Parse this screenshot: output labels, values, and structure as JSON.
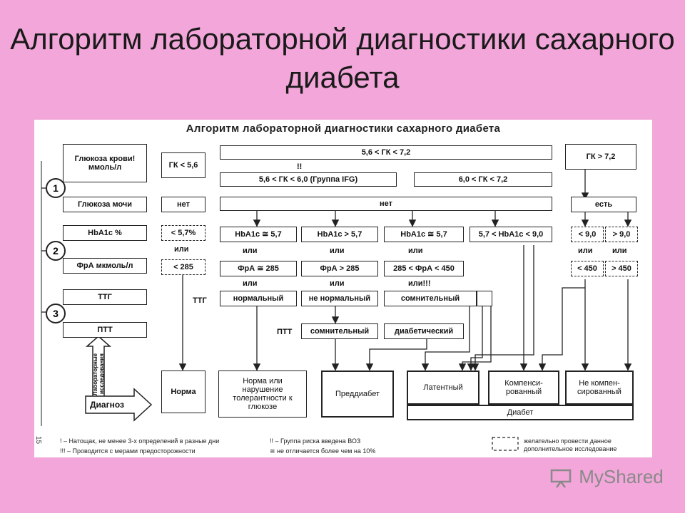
{
  "slide_title": "Алгоритм лабораторной диагностики сахарного диабета",
  "panel_title": "Алгоритм лабораторной диагностики сахарного диабета",
  "left_column": {
    "glucose_blood": "Глюкоза крови! ммоль/л",
    "glucose_urine": "Глюкоза мочи",
    "hba1c": "HbA1c %",
    "fra": "ФрА мкмоль/л",
    "ttg": "ТТГ",
    "ptt": "ПТТ"
  },
  "steps": [
    "1",
    "2",
    "3"
  ],
  "column_normal": {
    "gk": "ГК < 5,6",
    "urine": "нет",
    "hba1c": "< 5,7%",
    "or": "или",
    "fra": "< 285"
  },
  "top_range": "5,6 < ГК < 7,2",
  "ifg_mark": "!!",
  "ifg": "5,6 < ГК < 6,0 (Группа IFG)",
  "range_high": "6,0 < ГК < 7,2",
  "urine_mid": "нет",
  "mid_hba": [
    "HbA1c ≅ 5,7",
    "HbA1c > 5,7",
    "HbA1c ≅ 5,7",
    "5,7 < HbA1c < 9,0"
  ],
  "mid_or": [
    "или",
    "или",
    "или"
  ],
  "mid_fra": [
    "ФрА ≅ 285",
    "ФрА > 285",
    "285 < ФрА < 450"
  ],
  "or_row2": [
    "или",
    "или",
    "или!!!"
  ],
  "ttg_label": "ТТГ",
  "ttg_results": [
    "нормальный",
    "не нормальный",
    "сомнительный"
  ],
  "ptt_label": "ПТТ",
  "ptt_results": [
    "сомнительный",
    "диабетический"
  ],
  "column_diabetes": {
    "gk": "ГК > 7,2",
    "urine": "есть",
    "hba_low": "< 9,0",
    "hba_high": "> 9,0",
    "or1": "или",
    "or2": "или",
    "fra_low": "< 450",
    "fra_high": "> 450"
  },
  "side_arrow_up": "Лабораторные исследования",
  "side_arrow_diag": "Диагноз",
  "outcomes": {
    "norma": "Норма",
    "norma_impaired": "Норма или нарушение толерантности к глюкозе",
    "prediabetes": "Преддиабет",
    "latent": "Латентный",
    "compensated": "Компенси-рованный",
    "decompensated": "Не компен-сированный",
    "diabetes": "Диабет"
  },
  "footnotes": {
    "f1": "! – Натощак, не менее 3-х определений в разные дни",
    "f2": "!!! – Проводится с мерами предосторожности",
    "f3": "!! – Группа риска введена ВОЗ",
    "f4": "≅ не отличается более чем на 10%",
    "f5": "желательно провести данное дополнительное исследование"
  },
  "page_number": "15",
  "watermark": "MyShared"
}
